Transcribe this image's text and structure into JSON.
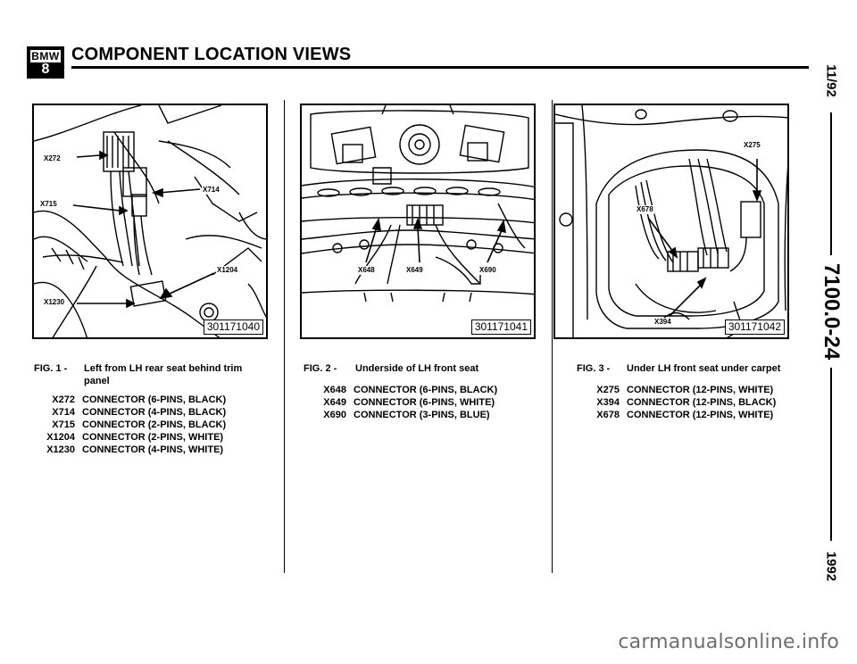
{
  "header": {
    "logo_top": "BMW",
    "logo_bottom": "8",
    "title": "COMPONENT LOCATION VIEWS"
  },
  "side": {
    "date": "11/92",
    "page": "7100.0-24",
    "year": "1992"
  },
  "figures": [
    {
      "number": "FIG. 1 -",
      "title": "Left from LH rear seat behind trim panel",
      "photo_number": "301171040",
      "callouts": [
        "X272",
        "X714",
        "X715",
        "X1204",
        "X1230"
      ],
      "legend": [
        {
          "code": "X272",
          "desc": "CONNECTOR (6-PINS, BLACK)"
        },
        {
          "code": "X714",
          "desc": "CONNECTOR (4-PINS, BLACK)"
        },
        {
          "code": "X715",
          "desc": "CONNECTOR (2-PINS, BLACK)"
        },
        {
          "code": "X1204",
          "desc": "CONNECTOR (2-PINS, WHITE)"
        },
        {
          "code": "X1230",
          "desc": "CONNECTOR (4-PINS, WHITE)"
        }
      ]
    },
    {
      "number": "FIG. 2 -",
      "title": "Underside of LH front seat",
      "photo_number": "301171041",
      "callouts": [
        "X648",
        "X649",
        "X690"
      ],
      "legend": [
        {
          "code": "X648",
          "desc": "CONNECTOR (6-PINS, BLACK)"
        },
        {
          "code": "X649",
          "desc": "CONNECTOR (6-PINS, WHITE)"
        },
        {
          "code": "X690",
          "desc": "CONNECTOR (3-PINS, BLUE)"
        }
      ]
    },
    {
      "number": "FIG. 3 -",
      "title": "Under LH front seat under carpet",
      "photo_number": "301171042",
      "callouts": [
        "X275",
        "X678",
        "X394"
      ],
      "legend": [
        {
          "code": "X275",
          "desc": "CONNECTOR (12-PINS, WHITE)"
        },
        {
          "code": "X394",
          "desc": "CONNECTOR (12-PINS, BLACK)"
        },
        {
          "code": "X678",
          "desc": "CONNECTOR (12-PINS, WHITE)"
        }
      ]
    }
  ],
  "watermark": "carmanualsonline.info"
}
